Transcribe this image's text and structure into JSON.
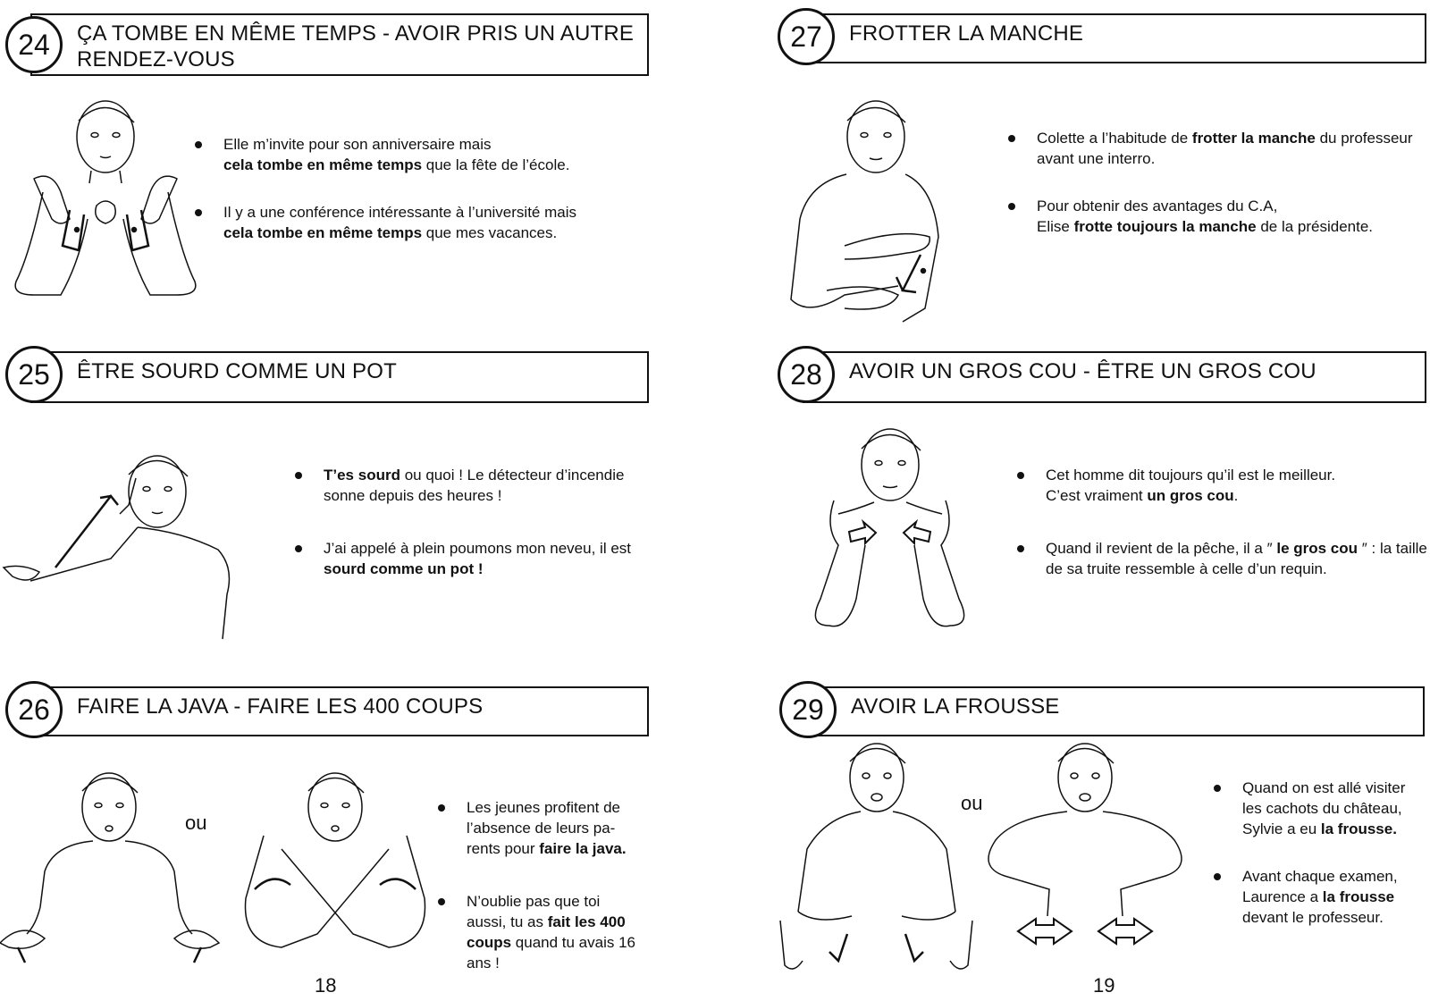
{
  "entries": [
    {
      "number": "24",
      "title": "ÇA TOMBE EN MÊME TEMPS - AVOIR PRIS UN AUTRE RENDEZ-VOUS",
      "examples": [
        [
          "Elle m’invite pour son anniversaire mais ",
          "",
          "\n",
          "cela tombe en même temps",
          " que la fête de l’école."
        ],
        [
          "Il y a une conférence intéressante à l’université mais ",
          "",
          "\n",
          "cela tombe en même temps",
          " que mes vacances."
        ]
      ]
    },
    {
      "number": "25",
      "title": "ÊTRE SOURD COMME UN POT",
      "examples": [
        [
          "",
          "T’es sourd",
          " ou quoi ! Le détecteur d’incendie sonne depuis des heures !",
          "",
          ""
        ],
        [
          "J’ai appelé à plein poumons mon neveu, il est ",
          "sourd comme un pot !",
          "",
          "",
          ""
        ]
      ]
    },
    {
      "number": "26",
      "title": "FAIRE LA JAVA - FAIRE LES 400 COUPS",
      "or_label": "ou",
      "examples": [
        [
          "Les jeunes profitent de l’absence de leurs pa-rents pour ",
          "faire la java.",
          "",
          "",
          ""
        ],
        [
          "N’oublie pas que toi aussi, tu as ",
          "fait les 400 coups",
          " quand tu avais 16 ans !",
          "",
          ""
        ]
      ]
    },
    {
      "number": "27",
      "title": "FROTTER LA MANCHE",
      "examples": [
        [
          "Colette a l’habitude de ",
          "frotter la manche",
          " du professeur avant une interro.",
          "",
          ""
        ],
        [
          "Pour obtenir des avantages du C.A,",
          "",
          "\n",
          "Elise ",
          "frotte toujours la manche",
          " de la présidente."
        ]
      ]
    },
    {
      "number": "28",
      "title": "AVOIR UN GROS COU - ÊTRE UN GROS COU",
      "examples": [
        [
          "Cet homme dit toujours qu’il est le meilleur.",
          "",
          "\n",
          "C’est vraiment ",
          "un gros cou",
          "."
        ],
        [
          "Quand il revient de la pêche, il a ″ ",
          "le gros cou",
          " ″ : la taille de sa truite ressemble à celle d’un requin.",
          "",
          ""
        ]
      ]
    },
    {
      "number": "29",
      "title": "AVOIR LA FROUSSE",
      "or_label": "ou",
      "examples": [
        [
          "Quand on est allé visiter les cachots du château, Sylvie a eu ",
          "la frousse.",
          "",
          "",
          ""
        ],
        [
          "Avant chaque examen, Laurence a ",
          "la frousse",
          " devant le professeur.",
          "",
          ""
        ]
      ]
    }
  ],
  "page_numbers": {
    "left": "18",
    "right": "19"
  }
}
